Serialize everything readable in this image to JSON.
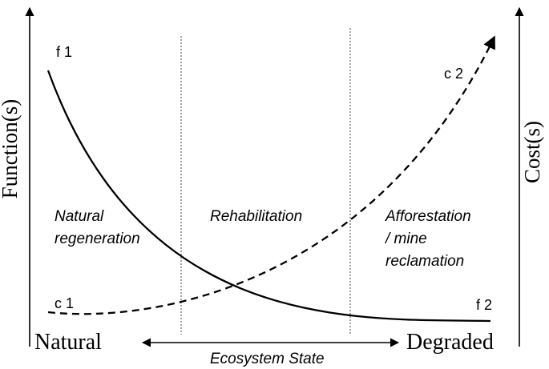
{
  "axes": {
    "left_label": "Function(s)",
    "right_label": "Cost(s)",
    "x_left_label": "Natural",
    "x_right_label": "Degraded",
    "x_center_label": "Ecosystem State"
  },
  "zones": [
    {
      "lines": [
        "Natural",
        "regeneration"
      ]
    },
    {
      "lines": [
        "Rehabilitation"
      ]
    },
    {
      "lines": [
        "Afforestation",
        "/ mine",
        "reclamation"
      ]
    }
  ],
  "curves": {
    "function_curve": {
      "start_label": "f 1",
      "end_label": "f 2",
      "style": "solid"
    },
    "cost_curve": {
      "start_label": "c 1",
      "end_label": "c 2",
      "style": "dashed"
    }
  },
  "colors": {
    "ink": "#000000",
    "divider": "#444444",
    "background": "#ffffff"
  }
}
